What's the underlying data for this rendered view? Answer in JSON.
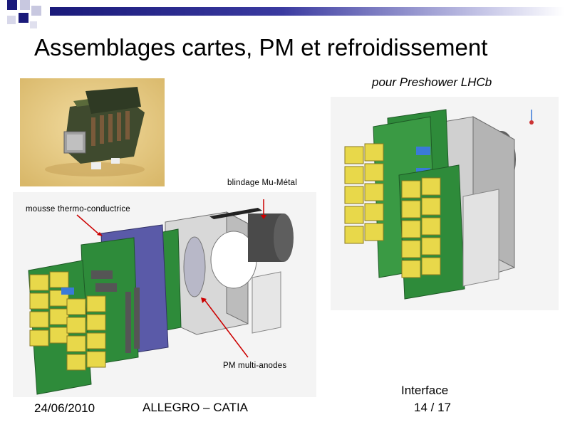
{
  "slide": {
    "title": "Assemblages cartes, PM et refroidissement",
    "subtitle": "pour Preshower LHCb"
  },
  "annotations": {
    "mumetal": "blindage Mu-Métal",
    "foam": "mousse thermo-conductrice",
    "pm": "PM multi-anodes"
  },
  "footer": {
    "date": "24/06/2010",
    "event": "ALLEGRO – CATIA",
    "section": "Interface",
    "page": "14 / 17"
  },
  "colors": {
    "header_dark": "#1a1a7a",
    "pcb_green": "#2e8b3a",
    "connector_yellow": "#e8d84a",
    "board_blue": "#5a5aa8"
  }
}
